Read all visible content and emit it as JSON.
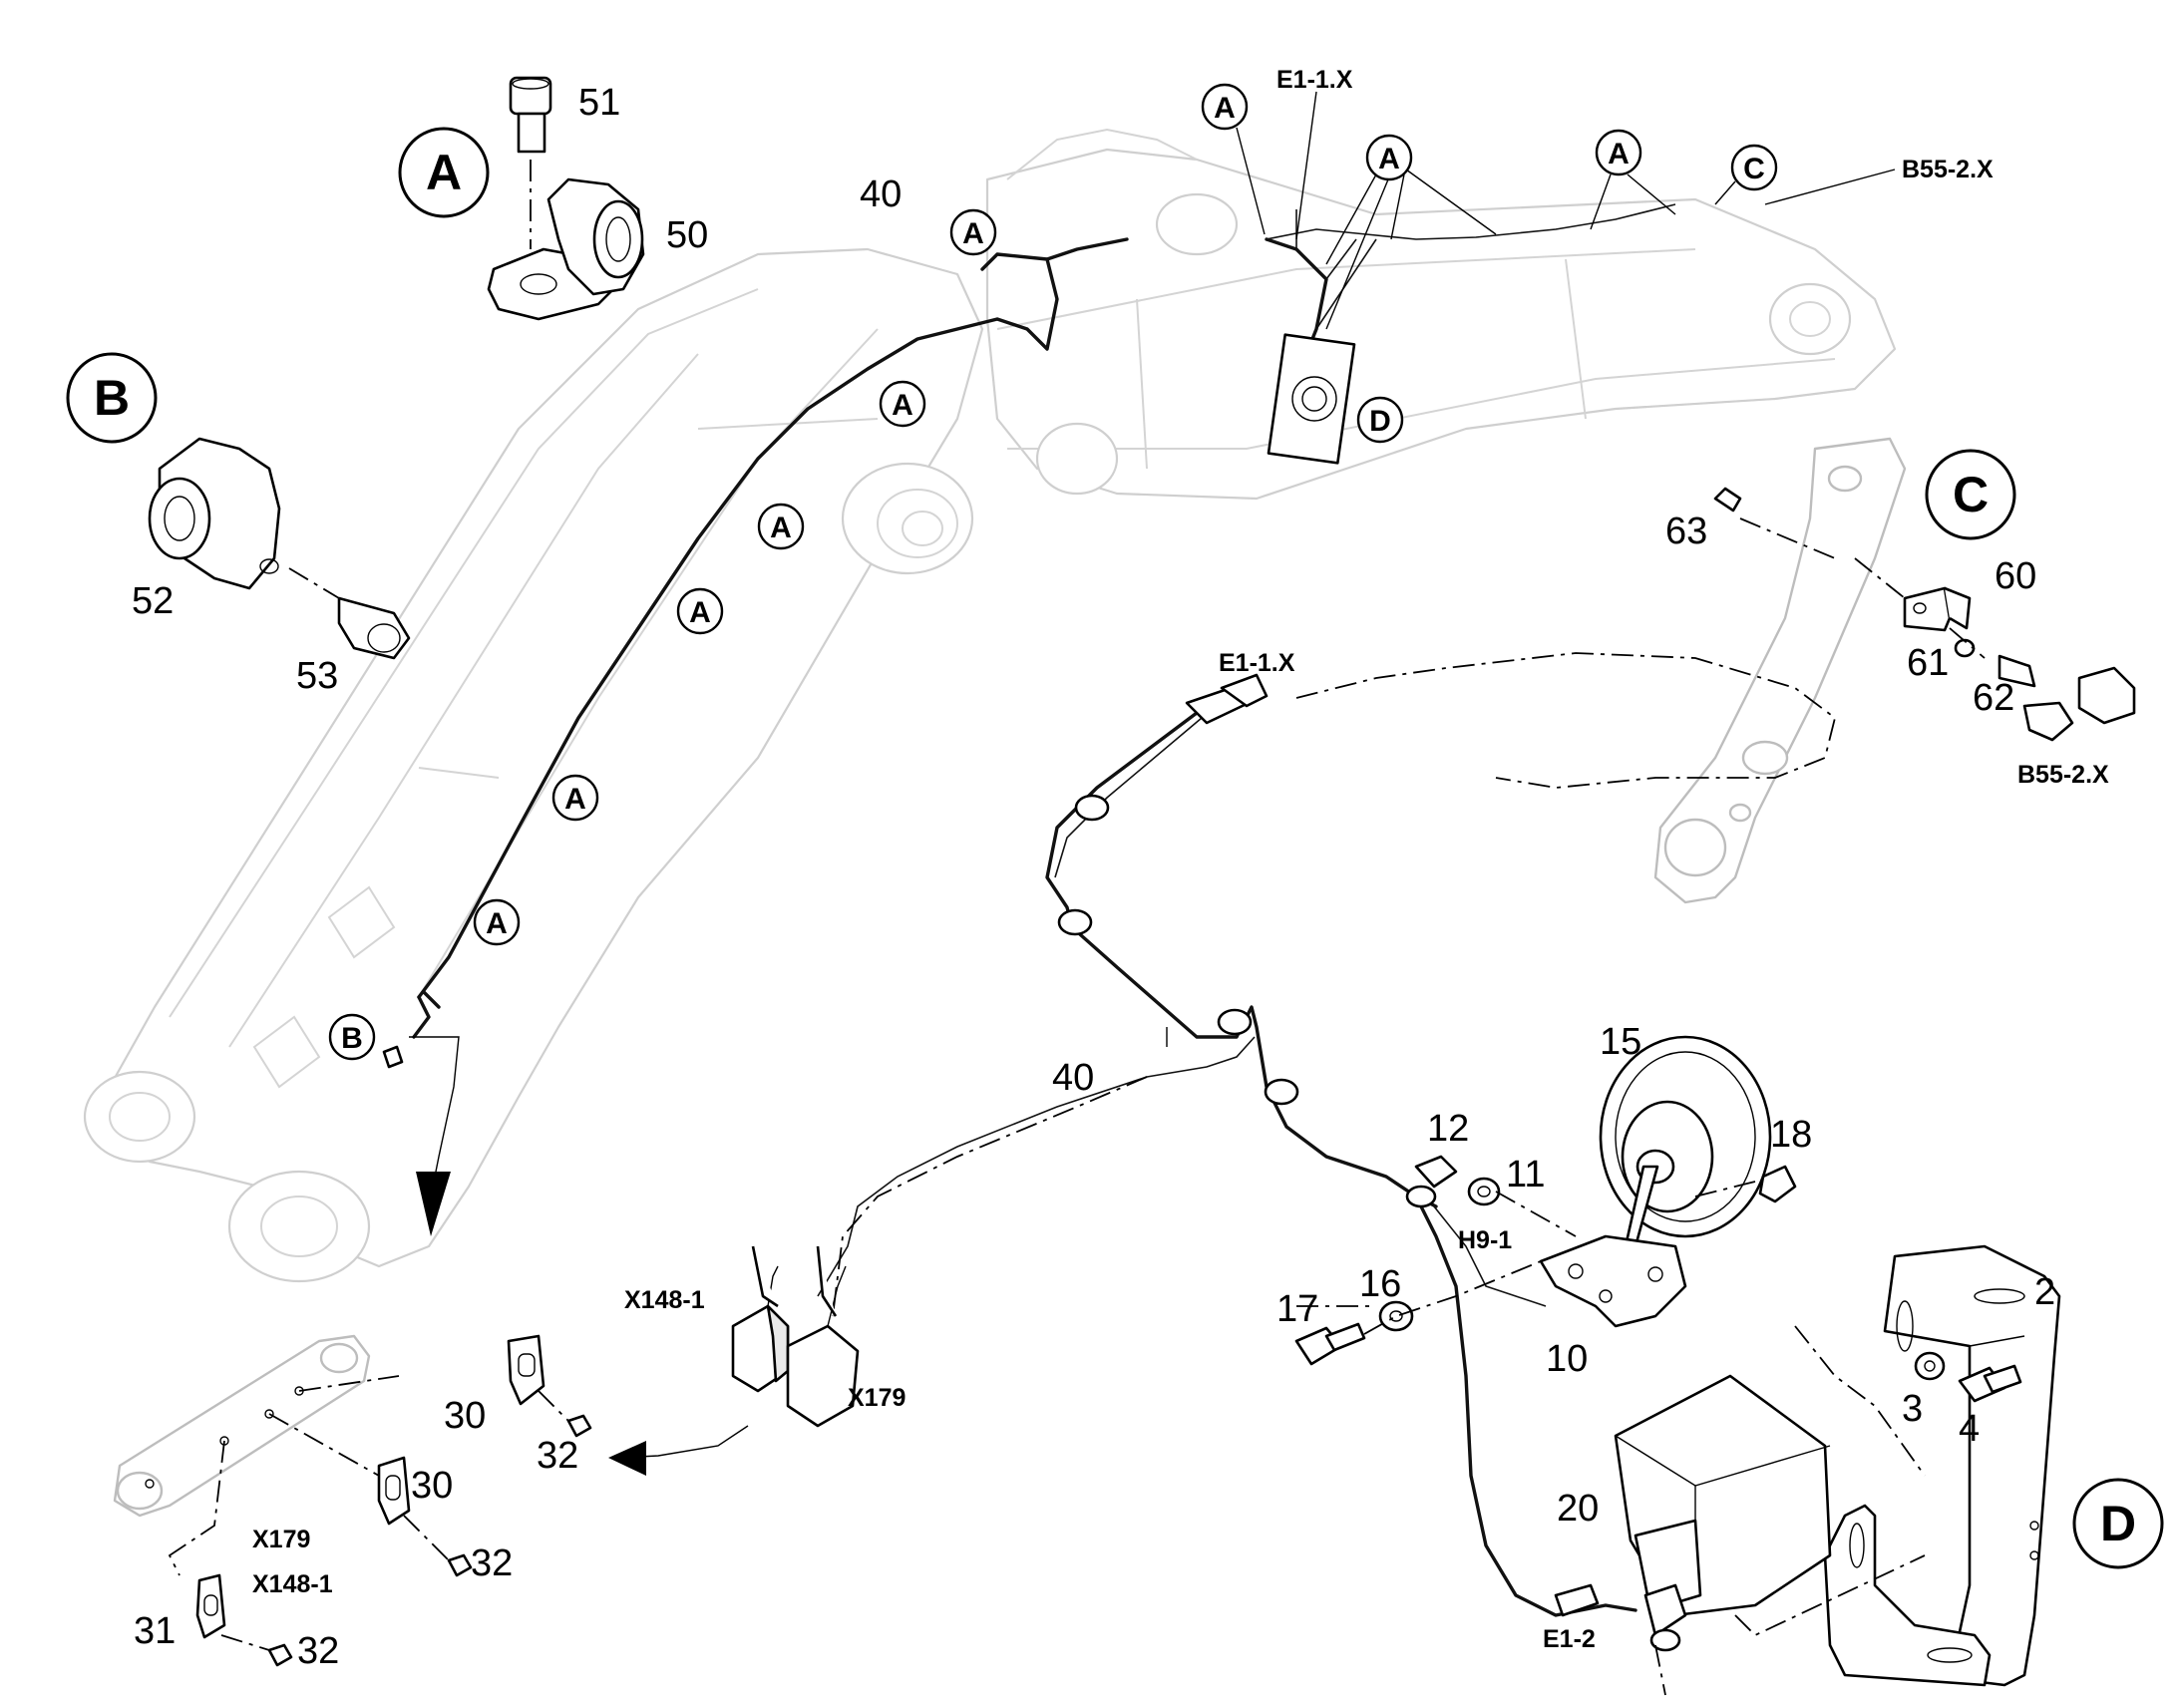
{
  "detail_markers": [
    "A",
    "B",
    "C",
    "D"
  ],
  "callout_label": "A",
  "part_numbers": {
    "p2": "2",
    "p3": "3",
    "p4": "4",
    "p10": "10",
    "p11": "11",
    "p12": "12",
    "p15": "15",
    "p16": "16",
    "p17": "17",
    "p18": "18",
    "p20": "20",
    "p30a": "30",
    "p30b": "30",
    "p31": "31",
    "p32a": "32",
    "p32b": "32",
    "p32c": "32",
    "p40a": "40",
    "p40b": "40",
    "p50": "50",
    "p51": "51",
    "p52": "52",
    "p53": "53",
    "p60": "60",
    "p61": "61",
    "p62": "62",
    "p63": "63"
  },
  "connectors": {
    "e11_top": "E1-1.X",
    "e11_mid": "E1-1.X",
    "b552_top": "B55-2.X",
    "b552_mid": "B55-2.X",
    "h91": "H9-1",
    "e12": "E1-2",
    "x148_1": "X148-1",
    "x179": "X179",
    "x179_b": "X179",
    "x148_1_b": "X148-1"
  }
}
